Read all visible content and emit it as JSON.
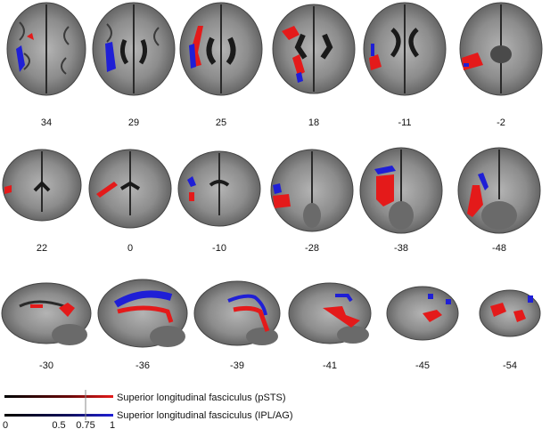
{
  "rows": [
    {
      "view": "axial",
      "labels": [
        "34",
        "29",
        "25",
        "18",
        "-11",
        "-2"
      ]
    },
    {
      "view": "coronal",
      "labels": [
        "22",
        "0",
        "-10",
        "-28",
        "-38",
        "-48"
      ]
    },
    {
      "view": "sagittal",
      "labels": [
        "-30",
        "-36",
        "-39",
        "-41",
        "-45",
        "-54"
      ]
    }
  ],
  "legend": {
    "items": [
      {
        "label": "Superior longitudinal fasciculus (pSTS)",
        "color": "#e41a1a"
      },
      {
        "label": "Superior longitudinal fasciculus (IPL/AG)",
        "color": "#1f1fd6"
      }
    ],
    "ticks": [
      "0",
      "0.5",
      "0.75",
      "1"
    ],
    "tick_values": [
      0,
      0.5,
      0.75,
      1
    ]
  },
  "colors": {
    "tract_a": "#e41a1a",
    "tract_b": "#1f1fd6",
    "brain_grey": "#9a9a9a",
    "brain_dark": "#2a2a2a"
  }
}
